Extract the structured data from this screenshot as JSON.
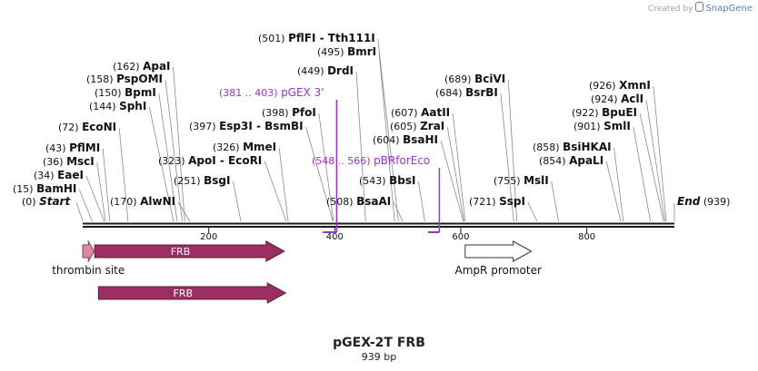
{
  "watermark": {
    "prefix": "Created by",
    "brand": "SnapGene"
  },
  "map": {
    "name": "pGEX-2T FRB",
    "length_label": "939 bp",
    "length": 939,
    "start_label": "Start",
    "start_pos_label": "(0)",
    "end_label": "End",
    "end_pos_label": "(939)",
    "ticks": [
      {
        "pos": 200,
        "label": "200"
      },
      {
        "pos": 400,
        "label": "400"
      },
      {
        "pos": 600,
        "label": "600"
      },
      {
        "pos": 800,
        "label": "800"
      }
    ],
    "sites": [
      {
        "pos": 15,
        "num": "(15)",
        "name": "BamHI"
      },
      {
        "pos": 34,
        "num": "(34)",
        "name": "EaeI"
      },
      {
        "pos": 36,
        "num": "(36)",
        "name": "MscI"
      },
      {
        "pos": 43,
        "num": "(43)",
        "name": "PflMI"
      },
      {
        "pos": 72,
        "num": "(72)",
        "name": "EcoNI"
      },
      {
        "pos": 144,
        "num": "(144)",
        "name": "SphI"
      },
      {
        "pos": 150,
        "num": "(150)",
        "name": "BpmI"
      },
      {
        "pos": 158,
        "num": "(158)",
        "name": "PspOMI"
      },
      {
        "pos": 162,
        "num": "(162)",
        "name": "ApaI"
      },
      {
        "pos": 170,
        "num": "(170)",
        "name": "AlwNI"
      },
      {
        "pos": 251,
        "num": "(251)",
        "name": "BsgI"
      },
      {
        "pos": 323,
        "num": "(323)",
        "name": "ApoI",
        "name2": "EcoRI"
      },
      {
        "pos": 326,
        "num": "(326)",
        "name": "MmeI"
      },
      {
        "pos": 397,
        "num": "(397)",
        "name": "Esp3I",
        "name2": "BsmBI"
      },
      {
        "pos": 398,
        "num": "(398)",
        "name": "PfoI"
      },
      {
        "pos": 449,
        "num": "(449)",
        "name": "DrdI"
      },
      {
        "pos": 495,
        "num": "(495)",
        "name": "BmrI"
      },
      {
        "pos": 501,
        "num": "(501)",
        "name": "PflFI",
        "name2": "Tth111I"
      },
      {
        "pos": 508,
        "num": "(508)",
        "name": "BsaAI"
      },
      {
        "pos": 543,
        "num": "(543)",
        "name": "BbsI"
      },
      {
        "pos": 604,
        "num": "(604)",
        "name": "BsaHI"
      },
      {
        "pos": 605,
        "num": "(605)",
        "name": "ZraI"
      },
      {
        "pos": 607,
        "num": "(607)",
        "name": "AatII"
      },
      {
        "pos": 684,
        "num": "(684)",
        "name": "BsrBI"
      },
      {
        "pos": 689,
        "num": "(689)",
        "name": "BciVI"
      },
      {
        "pos": 721,
        "num": "(721)",
        "name": "SspI"
      },
      {
        "pos": 755,
        "num": "(755)",
        "name": "MslI"
      },
      {
        "pos": 854,
        "num": "(854)",
        "name": "ApaLI"
      },
      {
        "pos": 858,
        "num": "(858)",
        "name": "BsiHKAI"
      },
      {
        "pos": 901,
        "num": "(901)",
        "name": "SmlI"
      },
      {
        "pos": 922,
        "num": "(922)",
        "name": "BpuEI"
      },
      {
        "pos": 924,
        "num": "(924)",
        "name": "AclI"
      },
      {
        "pos": 926,
        "num": "(926)",
        "name": "XmnI"
      }
    ],
    "primers": [
      {
        "name": "pGEX 3'",
        "range": "(381 .. 403)",
        "start": 381,
        "end": 403,
        "color": "#9b30d9",
        "strand": "reverse"
      },
      {
        "name": "pBRforEco",
        "range": "(548 .. 566)",
        "start": 548,
        "end": 566,
        "color": "#9b30d9",
        "strand": "forward"
      }
    ],
    "features": [
      {
        "name": "thrombin site",
        "start": 0,
        "end": 18,
        "color": "#d98aa6",
        "row": 1,
        "label_below": true
      },
      {
        "name": "FRB",
        "start": 19,
        "end": 320,
        "color": "#9a2f60",
        "row": 1,
        "label_below": false
      },
      {
        "name": "AmpR promoter",
        "start": 607,
        "end": 712,
        "color": "#ffffff",
        "row": 1,
        "label_below": true
      },
      {
        "name": "FRB",
        "start": 25,
        "end": 322,
        "color": "#9a2f60",
        "row": 2,
        "label_below": false
      }
    ],
    "colors": {
      "backbone": "#1a1a1a",
      "site_line": "#8a8a8a",
      "text": "#111111",
      "primer": "#9b30d9",
      "feature": "#9a2f60"
    }
  }
}
